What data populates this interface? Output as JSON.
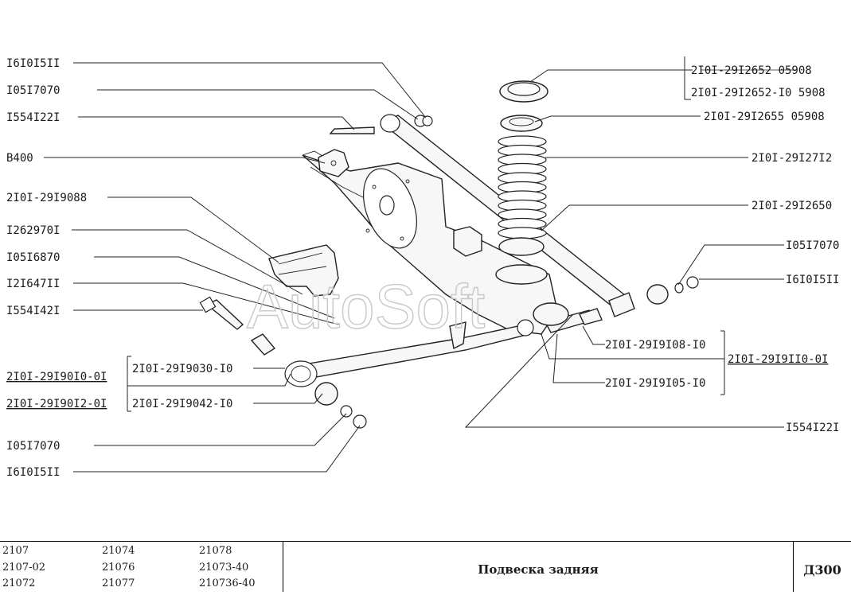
{
  "watermark": "AutoSoft",
  "labels": {
    "l1": "I6I0I5II",
    "l2": "I05I7070",
    "l3": "I554I22I",
    "l4": "B400",
    "l5": "2I0I-29I9088",
    "l6": "I262970I",
    "l7": "I05I6870",
    "l8": "I2I647II",
    "l9": "I554I42I",
    "l10": "2I0I-29I90I0-0I",
    "l11": "2I0I-29I9030-I0",
    "l12": "2I0I-29I90I2-0I",
    "l13": "2I0I-29I9042-I0",
    "l14": "I05I7070",
    "l15": "I6I0I5II",
    "r1": "2I0I-29I2652 05908",
    "r2": "2I0I-29I2652-I0 5908",
    "r3": "2I0I-29I2655 05908",
    "r4": "2I0I-29I27I2",
    "r5": "2I0I-29I2650",
    "r6": "I05I7070",
    "r7": "I6I0I5II",
    "r8": "2I0I-29I9I08-I0",
    "r9": "2I0I-29I9II0-0I",
    "r10": "2I0I-29I9I05-I0",
    "r11": "I554I22I"
  },
  "titleblock": {
    "models": [
      "2107",
      "21074",
      "21078",
      "2107-02",
      "21076",
      "21073-40",
      "21072",
      "21077",
      "210736-40"
    ],
    "title": "Подвеска задняя",
    "code": "Д300"
  }
}
